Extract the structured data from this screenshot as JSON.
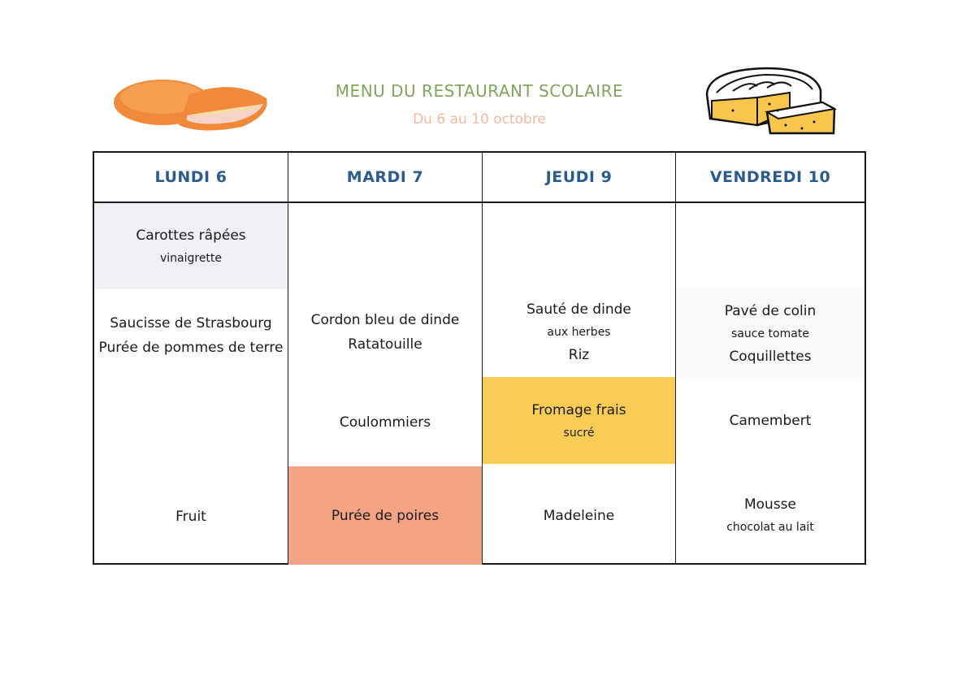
{
  "header": {
    "title": "MENU DU RESTAURANT SCOLAIRE",
    "subtitle": "Du 6 au 10 octobre",
    "left_image": "cordon-bleu-illustration",
    "right_image": "cheese-camembert-illustration"
  },
  "colors": {
    "title": "#7fa65a",
    "subtitle": "#f2b8a4",
    "day_header": "#2b5c8c",
    "starter_bg": "#f1f1f5",
    "dessert_pink_bg": "#f4a384",
    "dairy_yellow_bg": "#f9cd55"
  },
  "days": [
    {
      "label": "LUNDI 6",
      "starter": {
        "main": "Carottes râpées",
        "sub": "vinaigrette"
      },
      "main_course": {
        "line1": "Saucisse de Strasbourg",
        "line2": "Purée de pommes de terre"
      },
      "dairy": {
        "main": ""
      },
      "dessert": {
        "main": "Fruit"
      }
    },
    {
      "label": "MARDI 7",
      "main_course": {
        "line1": "Cordon bleu de dinde",
        "line2": "Ratatouille"
      },
      "dairy": {
        "main": "Coulommiers"
      },
      "dessert": {
        "main": "Purée de poires"
      }
    },
    {
      "label": "JEUDI 9",
      "main_course": {
        "line1": "Sauté de dinde",
        "sub": "aux herbes",
        "line2": "Riz"
      },
      "dairy": {
        "main": "Fromage frais",
        "sub": "sucré"
      },
      "dessert": {
        "main": "Madeleine"
      }
    },
    {
      "label": "VENDREDI 10",
      "main_course": {
        "line1": "Pavé de colin",
        "sub": "sauce tomate",
        "line2": "Coquillettes"
      },
      "dairy": {
        "main": "Camembert"
      },
      "dessert": {
        "main": "Mousse",
        "sub": "chocolat au lait"
      }
    }
  ]
}
